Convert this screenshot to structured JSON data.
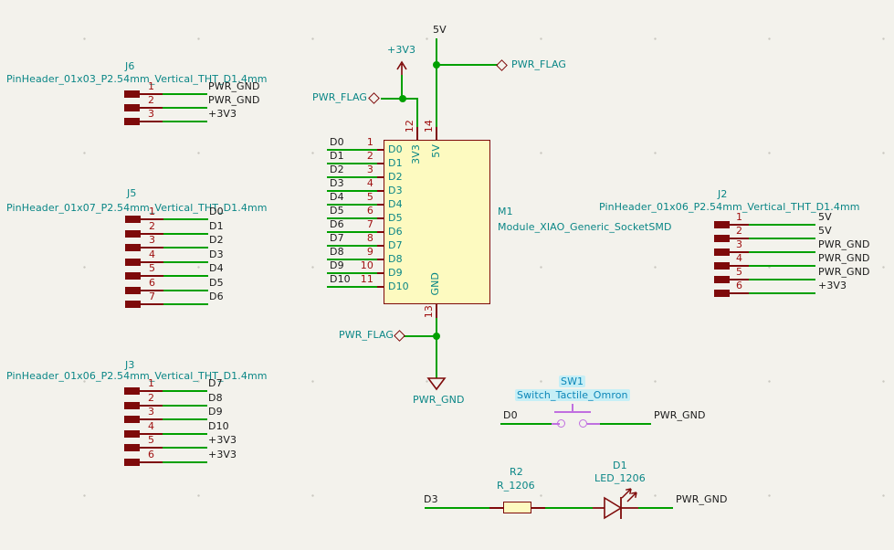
{
  "colors": {
    "wire": "#00A000",
    "symbol_outline": "#7E0A0A",
    "pin_number": "#9E0E0E",
    "field_text": "#0A8686",
    "net_label": "#1A1A1A",
    "symbol_fill": "#FDFAC0",
    "background": "#F3F2EC",
    "selected_symbol": "#C06FE0",
    "selected_text": "#0C86B8"
  },
  "power": {
    "p3v3": "+3V3",
    "p5v": "5V",
    "pwr_flag": "PWR_FLAG",
    "pwr_gnd": "PWR_GND"
  },
  "module": {
    "ref": "M1",
    "value": "Module_XIAO_Generic_SocketSMD",
    "left_pins": [
      {
        "num": "1",
        "name": "D0",
        "net": "D0"
      },
      {
        "num": "2",
        "name": "D1",
        "net": "D1"
      },
      {
        "num": "3",
        "name": "D2",
        "net": "D2"
      },
      {
        "num": "4",
        "name": "D3",
        "net": "D3"
      },
      {
        "num": "5",
        "name": "D4",
        "net": "D4"
      },
      {
        "num": "6",
        "name": "D5",
        "net": "D5"
      },
      {
        "num": "7",
        "name": "D6",
        "net": "D6"
      },
      {
        "num": "8",
        "name": "D7",
        "net": "D7"
      },
      {
        "num": "9",
        "name": "D8",
        "net": "D8"
      },
      {
        "num": "10",
        "name": "D9",
        "net": "D9"
      },
      {
        "num": "11",
        "name": "D10",
        "net": "D10"
      }
    ],
    "top_pins": [
      {
        "num": "12",
        "name": "3V3"
      },
      {
        "num": "14",
        "name": "5V"
      }
    ],
    "bottom_pins": [
      {
        "num": "13",
        "name": "GND"
      }
    ]
  },
  "connectors": {
    "j6": {
      "ref": "J6",
      "part": "PinHeader_01x03_P2.54mm_Vertical_THT_D1.4mm",
      "pins": [
        {
          "num": "1",
          "net": "PWR_GND"
        },
        {
          "num": "2",
          "net": "PWR_GND"
        },
        {
          "num": "3",
          "net": "+3V3"
        }
      ]
    },
    "j5": {
      "ref": "J5",
      "part": "PinHeader_01x07_P2.54mm_Vertical_THT_D1.4mm",
      "pins": [
        {
          "num": "1",
          "net": "D0"
        },
        {
          "num": "2",
          "net": "D1"
        },
        {
          "num": "3",
          "net": "D2"
        },
        {
          "num": "4",
          "net": "D3"
        },
        {
          "num": "5",
          "net": "D4"
        },
        {
          "num": "6",
          "net": "D5"
        },
        {
          "num": "7",
          "net": "D6"
        }
      ]
    },
    "j3": {
      "ref": "J3",
      "part": "PinHeader_01x06_P2.54mm_Vertical_THT_D1.4mm",
      "pins": [
        {
          "num": "1",
          "net": "D7"
        },
        {
          "num": "2",
          "net": "D8"
        },
        {
          "num": "3",
          "net": "D9"
        },
        {
          "num": "4",
          "net": "D10"
        },
        {
          "num": "5",
          "net": "+3V3"
        },
        {
          "num": "6",
          "net": "+3V3"
        }
      ]
    },
    "j2": {
      "ref": "J2",
      "part": "PinHeader_01x06_P2.54mm_Vertical_THT_D1.4mm",
      "pins": [
        {
          "num": "1",
          "net": "5V"
        },
        {
          "num": "2",
          "net": "5V"
        },
        {
          "num": "3",
          "net": "PWR_GND"
        },
        {
          "num": "4",
          "net": "PWR_GND"
        },
        {
          "num": "5",
          "net": "PWR_GND"
        },
        {
          "num": "6",
          "net": "+3V3"
        }
      ]
    }
  },
  "switch": {
    "ref": "SW1",
    "value": "Switch_Tactile_Omron",
    "left_net": "D0",
    "right_net": "PWR_GND"
  },
  "led_circuit": {
    "resistor_ref": "R2",
    "resistor_value": "R_1206",
    "led_ref": "D1",
    "led_value": "LED_1206",
    "left_net": "D3",
    "right_net": "PWR_GND"
  }
}
